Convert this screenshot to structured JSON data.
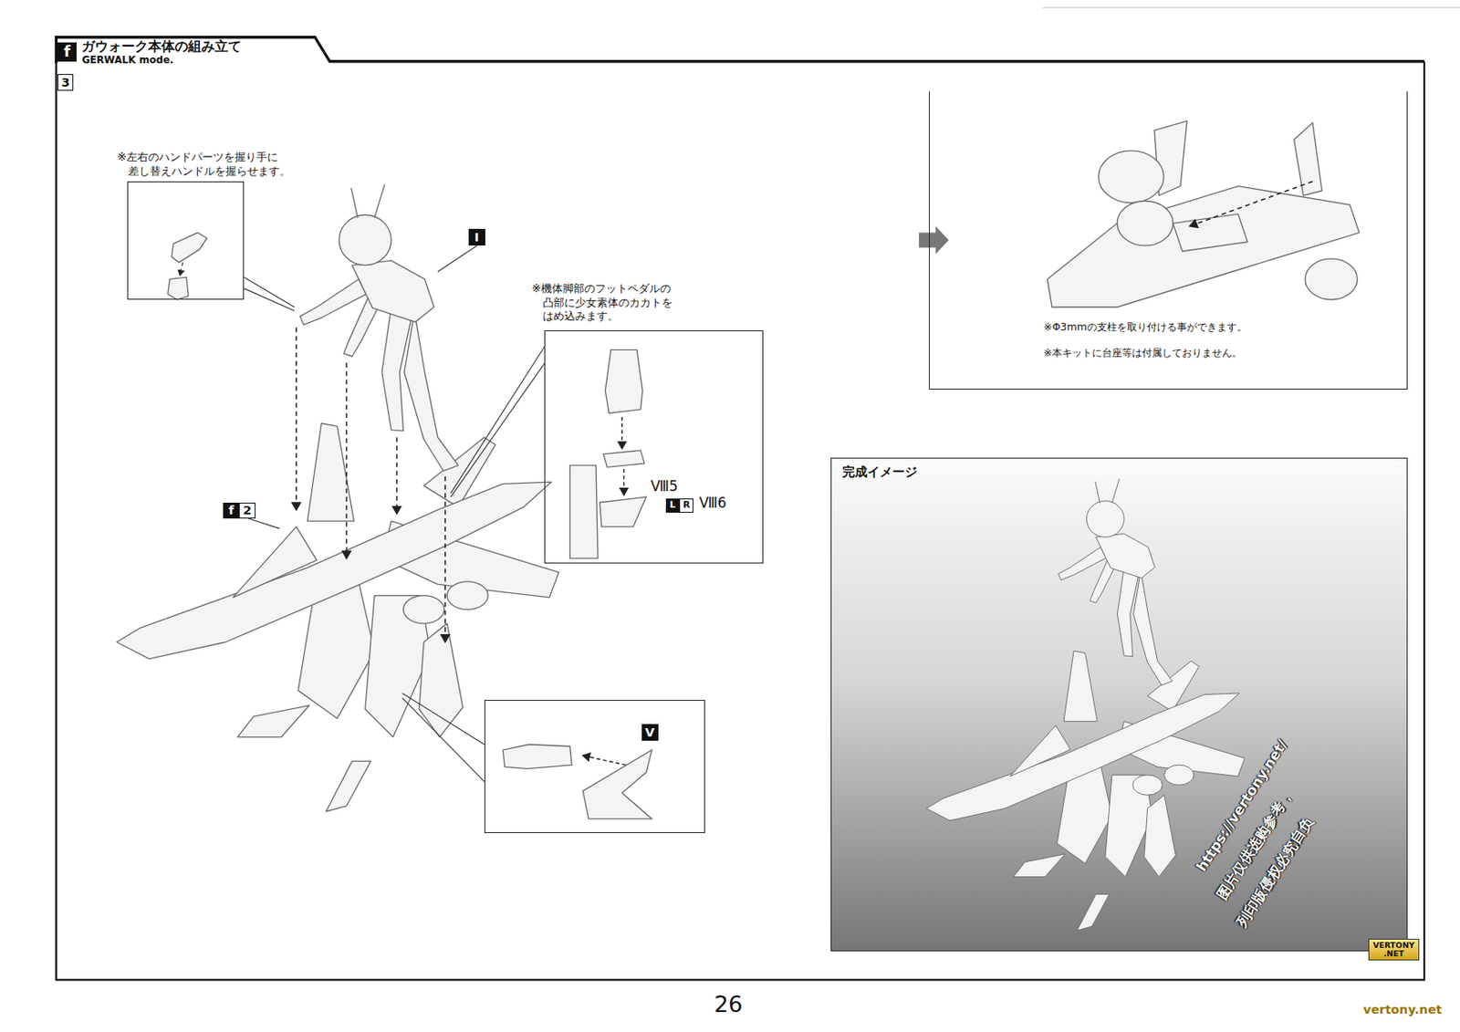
{
  "diagram": {
    "title": "ガウォーク本体の組み立て",
    "nodes": [
      {
        "text": [
          "※左右のハンドパーツを握り手に 差し替えハンドルを握らせます。"
        ]
      },
      {
        "text": [
          "※機体脚部のフットペダルの 凸部に少女素体のカカトを はめ込みます。",
          "Ⅷ5",
          "L",
          "R",
          "Ⅷ6"
        ]
      },
      {
        "text": [
          "V"
        ]
      },
      {
        "text": [
          "※Φ3mmの支柱を取り付ける事ができます。",
          "※本キットに台座等は付属しておりません。"
        ]
      },
      {
        "text": [
          "完成イメージ"
        ]
      },
      {
        "text": [
          "VERTONY",
          ".NET"
        ]
      }
    ],
    "labels": [
      "f",
      "GERWALK mode.",
      "3",
      "I",
      "f",
      "2",
      "26",
      "https://vertony.net/",
      "图片仅供选购参考，",
      "列印版侵权必究自负",
      "vertony.net"
    ]
  }
}
